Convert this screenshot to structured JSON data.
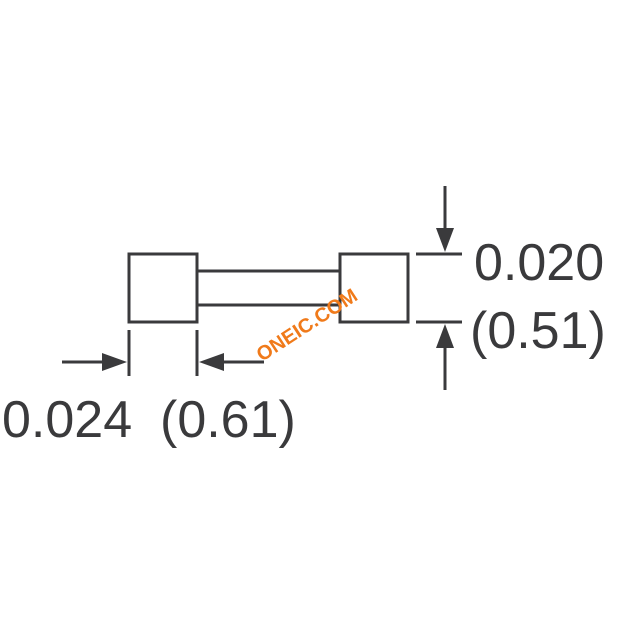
{
  "dimensions": {
    "height": {
      "inch": "0.020",
      "mm": "(0.51)"
    },
    "width": {
      "inch": "0.024",
      "mm": "(0.61)"
    }
  },
  "watermark": {
    "text": "ONEIC.COM",
    "color": "#f07a1a"
  },
  "colors": {
    "line": "#3a3a3c",
    "background": "#ffffff"
  }
}
